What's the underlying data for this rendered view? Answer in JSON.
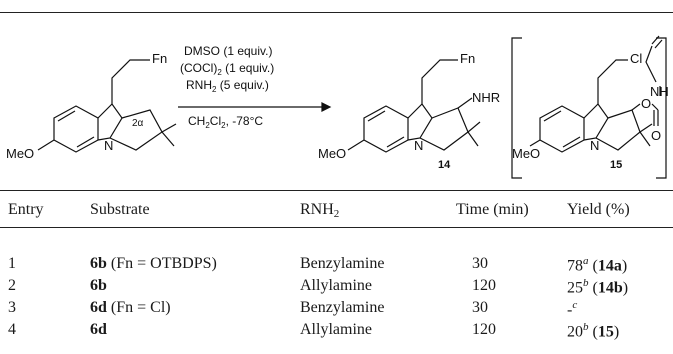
{
  "scheme": {
    "fn_label": "Fn",
    "meo_label": "MeO",
    "n_label": "N",
    "position_label": "2α",
    "cond_line1": "DMSO (1 equiv.)",
    "cond_line2_a": "(COCl)",
    "cond_line2_sub": "2",
    "cond_line2_b": " (1 equiv.)",
    "cond_line3_a": "RNH",
    "cond_line3_sub": "2",
    "cond_line3_b": " (5 equiv.)",
    "cond_line4_a": "CH",
    "cond_line4_sub1": "2",
    "cond_line4_b": "Cl",
    "cond_line4_sub2": "2",
    "cond_line4_c": ", -78°C",
    "product_nhr": "NHR",
    "product_label": "14",
    "side_cl": "Cl",
    "side_o": "O",
    "side_nh": "NH",
    "side_label": "15"
  },
  "table": {
    "headers": {
      "entry": "Entry",
      "substrate": "Substrate",
      "rnh_a": "RNH",
      "rnh_sub": "2",
      "time": "Time (min)",
      "yield": "Yield (%)"
    },
    "rows": [
      {
        "entry": "1",
        "substrate_code": "6b",
        "substrate_note": " (Fn = OTBDPS)",
        "amine": "Benzylamine",
        "time": "30",
        "yield_value": "78",
        "yield_note": "a",
        "yield_open": " (",
        "yield_product": "14a",
        "yield_close": ")"
      },
      {
        "entry": "2",
        "substrate_code": "6b",
        "substrate_note": "",
        "amine": "Allylamine",
        "time": "120",
        "yield_value": "25",
        "yield_note": "b",
        "yield_open": " (",
        "yield_product": "14b",
        "yield_close": ")"
      },
      {
        "entry": "3",
        "substrate_code": "6d",
        "substrate_note": " (Fn = Cl)",
        "amine": "Benzylamine",
        "time": "30",
        "yield_value": "-",
        "yield_note": "c",
        "yield_open": "",
        "yield_product": "",
        "yield_close": ""
      },
      {
        "entry": "4",
        "substrate_code": "6d",
        "substrate_note": "",
        "amine": "Allylamine",
        "time": "120",
        "yield_value": "20",
        "yield_note": "b",
        "yield_open": " (",
        "yield_product": "15",
        "yield_close": ")"
      }
    ]
  }
}
